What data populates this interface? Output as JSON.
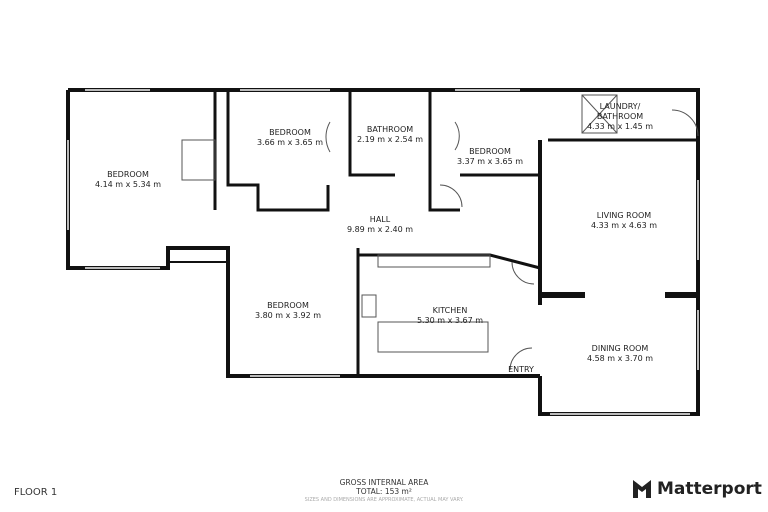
{
  "floor_label": "FLOOR 1",
  "gross_area": {
    "title": "GROSS INTERNAL AREA",
    "total": "TOTAL: 153 m²",
    "note": "SIZES AND DIMENSIONS ARE APPROXIMATE, ACTUAL MAY VARY."
  },
  "brand": "Matterport",
  "rooms": [
    {
      "name": "BEDROOM",
      "size": "4.14 m x 5.34 m"
    },
    {
      "name": "BEDROOM",
      "size": "3.66 m x 3.65 m"
    },
    {
      "name": "BATHROOM",
      "size": "2.19 m x 2.54 m"
    },
    {
      "name": "BEDROOM",
      "size": "3.37 m x 3.65 m"
    },
    {
      "name": "LAUNDRY/\nBATHROOM",
      "size": "4.33 m x 1.45 m"
    },
    {
      "name": "HALL",
      "size": "9.89 m x 2.40 m"
    },
    {
      "name": "LIVING ROOM",
      "size": "4.33 m x 4.63 m"
    },
    {
      "name": "BEDROOM",
      "size": "3.80 m x 3.92 m"
    },
    {
      "name": "KITCHEN",
      "size": "5.30 m x 3.67 m"
    },
    {
      "name": "DINING ROOM",
      "size": "4.58 m x 3.70 m"
    }
  ],
  "entry_label": "ENTRY",
  "colors": {
    "wall": "#111111",
    "window": "#bbbbbb"
  }
}
